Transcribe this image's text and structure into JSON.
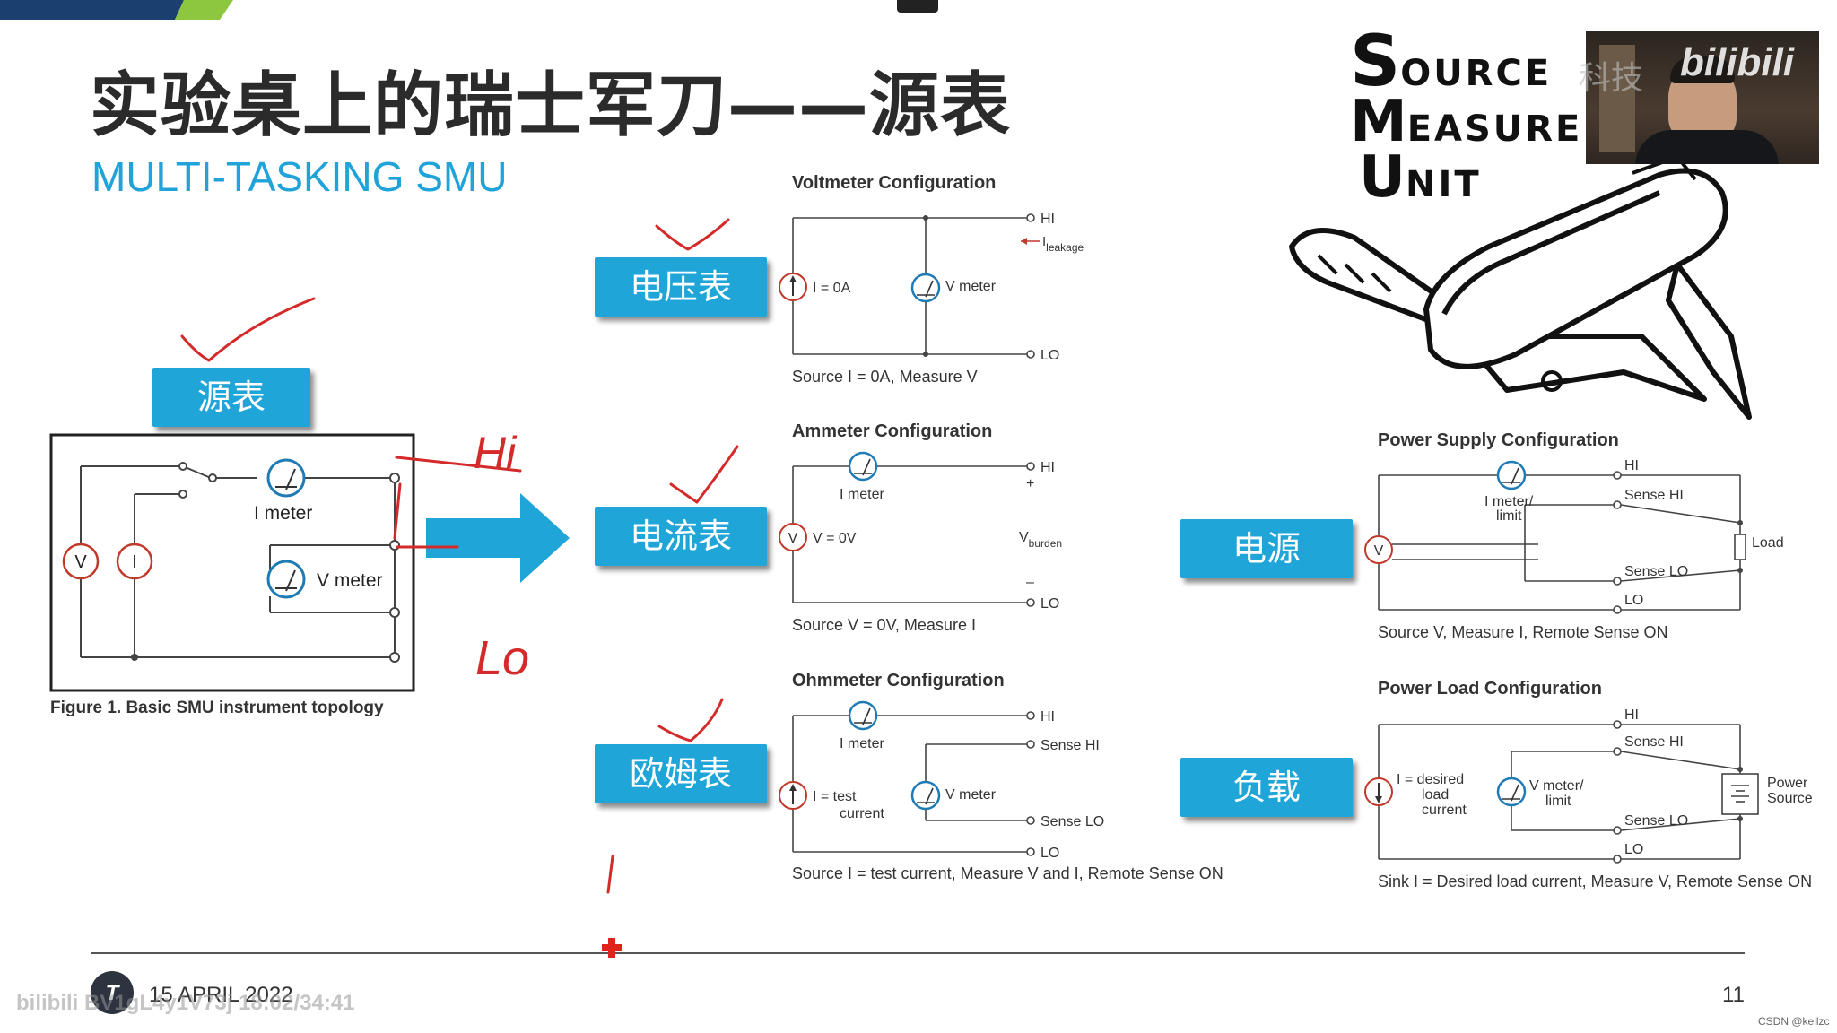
{
  "slide": {
    "title": "实验桌上的瑞士军刀——源表",
    "subtitle": "MULTI-TASKING SMU",
    "date": "15 APRIL 2022",
    "page_number": "11",
    "accent_color": "#1fa3d9",
    "annotation_color": "#d42a2a"
  },
  "buttons": {
    "source_meter": "源表",
    "voltmeter": "电压表",
    "ammeter": "电流表",
    "ohmmeter": "欧姆表",
    "power_supply": "电源",
    "load": "负载"
  },
  "figure1": {
    "caption": "Figure 1. Basic SMU instrument topology",
    "v_label": "V",
    "i_label": "I",
    "i_meter": "I meter",
    "v_meter": "V meter"
  },
  "handwriting": {
    "hi": "Hi",
    "lo": "Lo"
  },
  "voltmeter_config": {
    "title": "Voltmeter Configuration",
    "hi": "HI",
    "lo": "LO",
    "i_leakage": "I",
    "i_leakage_sub": "leakage",
    "source_label": "I = 0A",
    "meter_label": "V meter",
    "caption": "Source I = 0A, Measure V"
  },
  "ammeter_config": {
    "title": "Ammeter Configuration",
    "hi": "HI",
    "lo": "LO",
    "plus": "+",
    "minus": "–",
    "meter_label": "I meter",
    "source_label": "V = 0V",
    "v_burden": "V",
    "v_burden_sub": "burden",
    "caption": "Source V = 0V, Measure I"
  },
  "ohmmeter_config": {
    "title": "Ohmmeter Configuration",
    "hi": "HI",
    "sense_hi": "Sense HI",
    "sense_lo": "Sense LO",
    "lo": "LO",
    "i_meter": "I meter",
    "source_label_1": "I = test",
    "source_label_2": "current",
    "v_meter": "V meter",
    "caption": "Source I = test current, Measure V and I, Remote Sense ON"
  },
  "power_supply_config": {
    "title": "Power Supply Configuration",
    "hi": "HI",
    "sense_hi": "Sense HI",
    "sense_lo": "Sense LO",
    "lo": "LO",
    "meter_1": "I meter/",
    "meter_2": "limit",
    "v_label": "V",
    "load": "Load",
    "caption": "Source V, Measure I, Remote Sense ON"
  },
  "power_load_config": {
    "title": "Power Load Configuration",
    "hi": "HI",
    "sense_hi": "Sense HI",
    "sense_lo": "Sense LO",
    "lo": "LO",
    "source_1": "I = desired",
    "source_2": "load",
    "source_3": "current",
    "meter_1": "V meter/",
    "meter_2": "limit",
    "power_source_1": "Power",
    "power_source_2": "Source",
    "caption": "Sink I = Desired load current, Measure V, Remote Sense ON"
  },
  "smu_logo": {
    "line1_cap": "S",
    "line1_rest": "OURCE",
    "line2_cap": "M",
    "line2_rest": "EASURE",
    "line3_cap": "U",
    "line3_rest": "NIT"
  },
  "overlay": {
    "watermark": "bilibili BV1gL4y1V73j 18:02/34:41",
    "webcam_text": "科技",
    "bilibili": "bilibili",
    "csdn": "CSDN @keilzc"
  }
}
